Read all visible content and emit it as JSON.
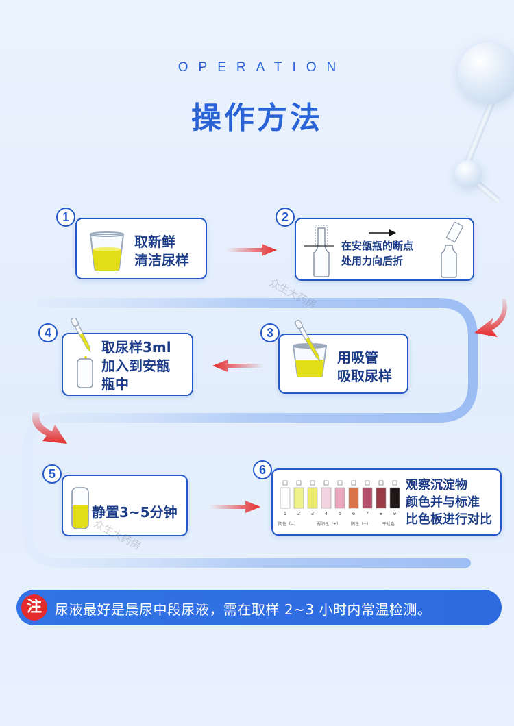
{
  "header": {
    "title_en": "OPERATION",
    "title_cn": "操作方法"
  },
  "steps": [
    {
      "number": "1",
      "text": "取新鲜\n清洁尿样"
    },
    {
      "number": "2",
      "text": "在安瓿瓶的断点\n处用力向后折"
    },
    {
      "number": "3",
      "text": "用吸管\n吸取尿样"
    },
    {
      "number": "4",
      "text": "取尿样3ml\n加入到安瓿\n瓶中"
    },
    {
      "number": "5",
      "text": "静置3~5分钟"
    },
    {
      "number": "6",
      "text": "观察沉淀物\n颜色并与标准\n比色板进行对比"
    }
  ],
  "color_chart": {
    "swatch_numbers": [
      "1",
      "2",
      "3",
      "4",
      "5",
      "6",
      "7",
      "8",
      "9"
    ],
    "swatch_colors": [
      "#ffffff",
      "#eef08a",
      "#e9e86f",
      "#f1d4df",
      "#e8a7bc",
      "#d8734a",
      "#b34f6a",
      "#9a3b45",
      "#1f1618"
    ],
    "group_labels": [
      "阴性（−）",
      "弱阳性（±）",
      "阳性（+）",
      "干扰色"
    ]
  },
  "note": {
    "badge": "注",
    "text": "尿液最好是晨尿中段尿液，需在取样 2~3 小时内常温检测。"
  },
  "watermark": "众生大药房",
  "colors": {
    "primary": "#2a63d6",
    "card_border": "#2458c8",
    "arrow_red": "#e52a2a",
    "urine_yellow": "#e2df1a"
  }
}
